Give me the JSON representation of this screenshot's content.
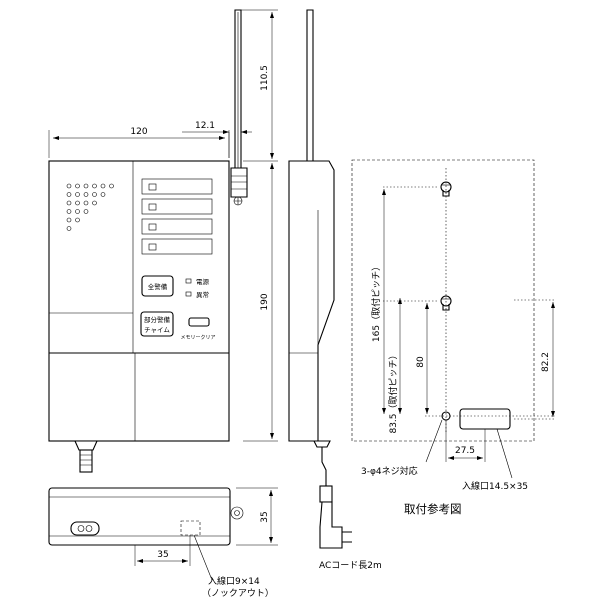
{
  "dimensions": {
    "antenna_height": "110.5",
    "width": "120",
    "antenna_offset": "12.1",
    "height": "190",
    "depth": "35",
    "inlet_offset": "35",
    "mount_pitch_outer": "165（取付ピッチ）",
    "mount_pitch_inner": "83.5（取付ピッチ）",
    "mount_dim_80": "80",
    "mount_dim_82_2": "82.2",
    "mount_dim_27_5": "27.5"
  },
  "front_panel": {
    "button_all_alarm": "全警備",
    "led_power": "電源",
    "led_abnormal": "異常",
    "button_partial_line1": "部分警備",
    "button_partial_line2": "チャイム",
    "memory_clear": "メモリークリア"
  },
  "labels": {
    "screw_holes": "3-φ4ネジ対応",
    "wire_inlet_back": "入線口14.5×35",
    "mounting_title": "取付参考図",
    "wire_inlet_bottom_line1": "入線口9×14",
    "wire_inlet_bottom_line2": "（ノックアウト）",
    "ac_cord": "ACコード長2m"
  }
}
